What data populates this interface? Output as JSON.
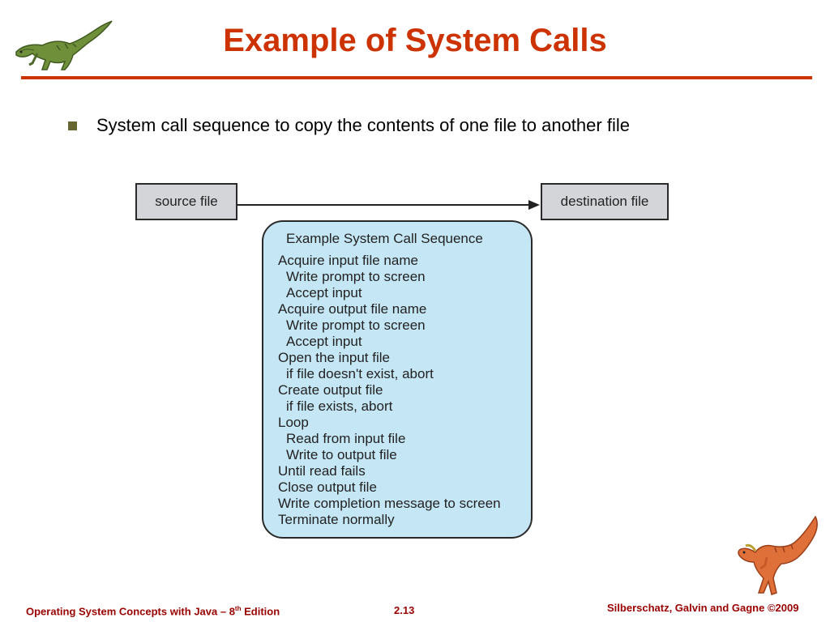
{
  "slide": {
    "title": "Example of System Calls",
    "bullet": "System call sequence to copy the contents of one file to another file"
  },
  "diagram": {
    "source_label": "source file",
    "destination_label": "destination  file",
    "sequence_title": "Example System Call Sequence",
    "sequence_lines": [
      {
        "text": "Acquire input file name",
        "indent": false
      },
      {
        "text": "Write prompt to screen",
        "indent": true
      },
      {
        "text": "Accept input",
        "indent": true
      },
      {
        "text": "Acquire output file name",
        "indent": false
      },
      {
        "text": "Write prompt to screen",
        "indent": true
      },
      {
        "text": "Accept input",
        "indent": true
      },
      {
        "text": "Open the input file",
        "indent": false
      },
      {
        "text": "if file doesn't exist, abort",
        "indent": true
      },
      {
        "text": "Create output file",
        "indent": false
      },
      {
        "text": "if file exists, abort",
        "indent": true
      },
      {
        "text": "Loop",
        "indent": false
      },
      {
        "text": "Read from input file",
        "indent": true
      },
      {
        "text": "Write to output file",
        "indent": true
      },
      {
        "text": "Until read fails",
        "indent": false
      },
      {
        "text": "Close output file",
        "indent": false
      },
      {
        "text": "Write completion message to screen",
        "indent": false
      },
      {
        "text": "Terminate normally",
        "indent": false
      }
    ]
  },
  "footer": {
    "left_prefix": "Operating System Concepts  with Java – 8",
    "left_sup": "th",
    "left_suffix": " Edition",
    "center": "2.13",
    "right": "Silberschatz, Galvin and Gagne ©2009"
  },
  "colors": {
    "title": "#cc3300",
    "footer": "#990000",
    "sequence_box": "#c5e6f4",
    "file_box": "#d4d5d8",
    "bullet": "#666633"
  }
}
